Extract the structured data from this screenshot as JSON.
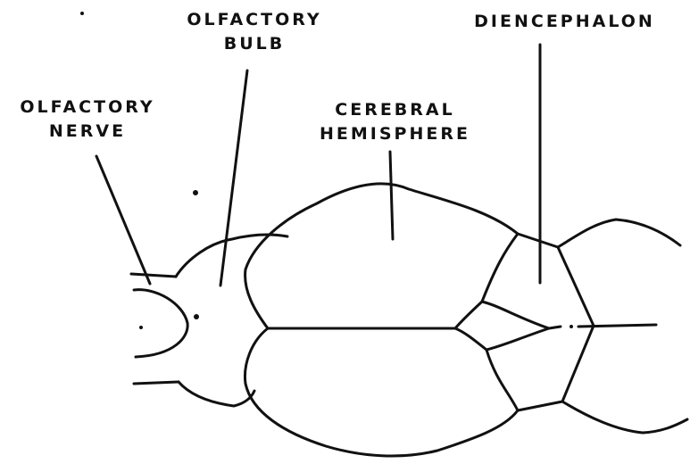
{
  "diagram": {
    "labels": {
      "olfactory_bulb": [
        "OLFACTORY",
        "BULB"
      ],
      "diencephalon": [
        "DIENCEPHALON"
      ],
      "olfactory_nerve": [
        "OLFACTORY",
        "NERVE"
      ],
      "cerebral_hemisphere": [
        "CEREBRAL",
        "HEMISPHERE"
      ]
    },
    "colors": {
      "line": "#111111",
      "background": "#ffffff"
    }
  }
}
